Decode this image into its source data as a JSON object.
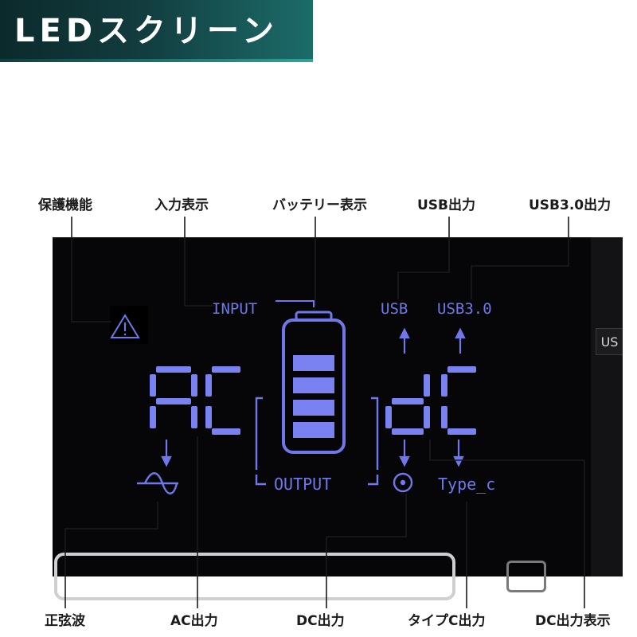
{
  "banner": {
    "title": "LEDスクリーン"
  },
  "labels": {
    "protection": "保護機能",
    "input_display": "入力表示",
    "battery_display": "バッテリー表示",
    "usb_output": "USB出力",
    "usb3_output": "USB3.0出力",
    "sine_wave": "正弦波",
    "ac_output": "AC出力",
    "dc_output": "DC出力",
    "type_c_output": "タイプC出力",
    "dc_output_display": "DC出力表示"
  },
  "lcd": {
    "input": "INPUT",
    "output": "OUTPUT",
    "usb": "USB",
    "usb3": "USB3.0",
    "type_c": "Type_c",
    "ac_segment": "AC",
    "dc_segment": "dC",
    "side_button": "US"
  },
  "battery": {
    "bars_filled": 4,
    "bars_total": 4
  },
  "colors": {
    "lcd": "#6f77ea",
    "label": "#1b1b1b",
    "banner": "#123c3e",
    "screen": "#060608"
  },
  "icons": [
    "warning-icon",
    "sine-wave-icon",
    "dc-port-icon",
    "battery-icon"
  ]
}
